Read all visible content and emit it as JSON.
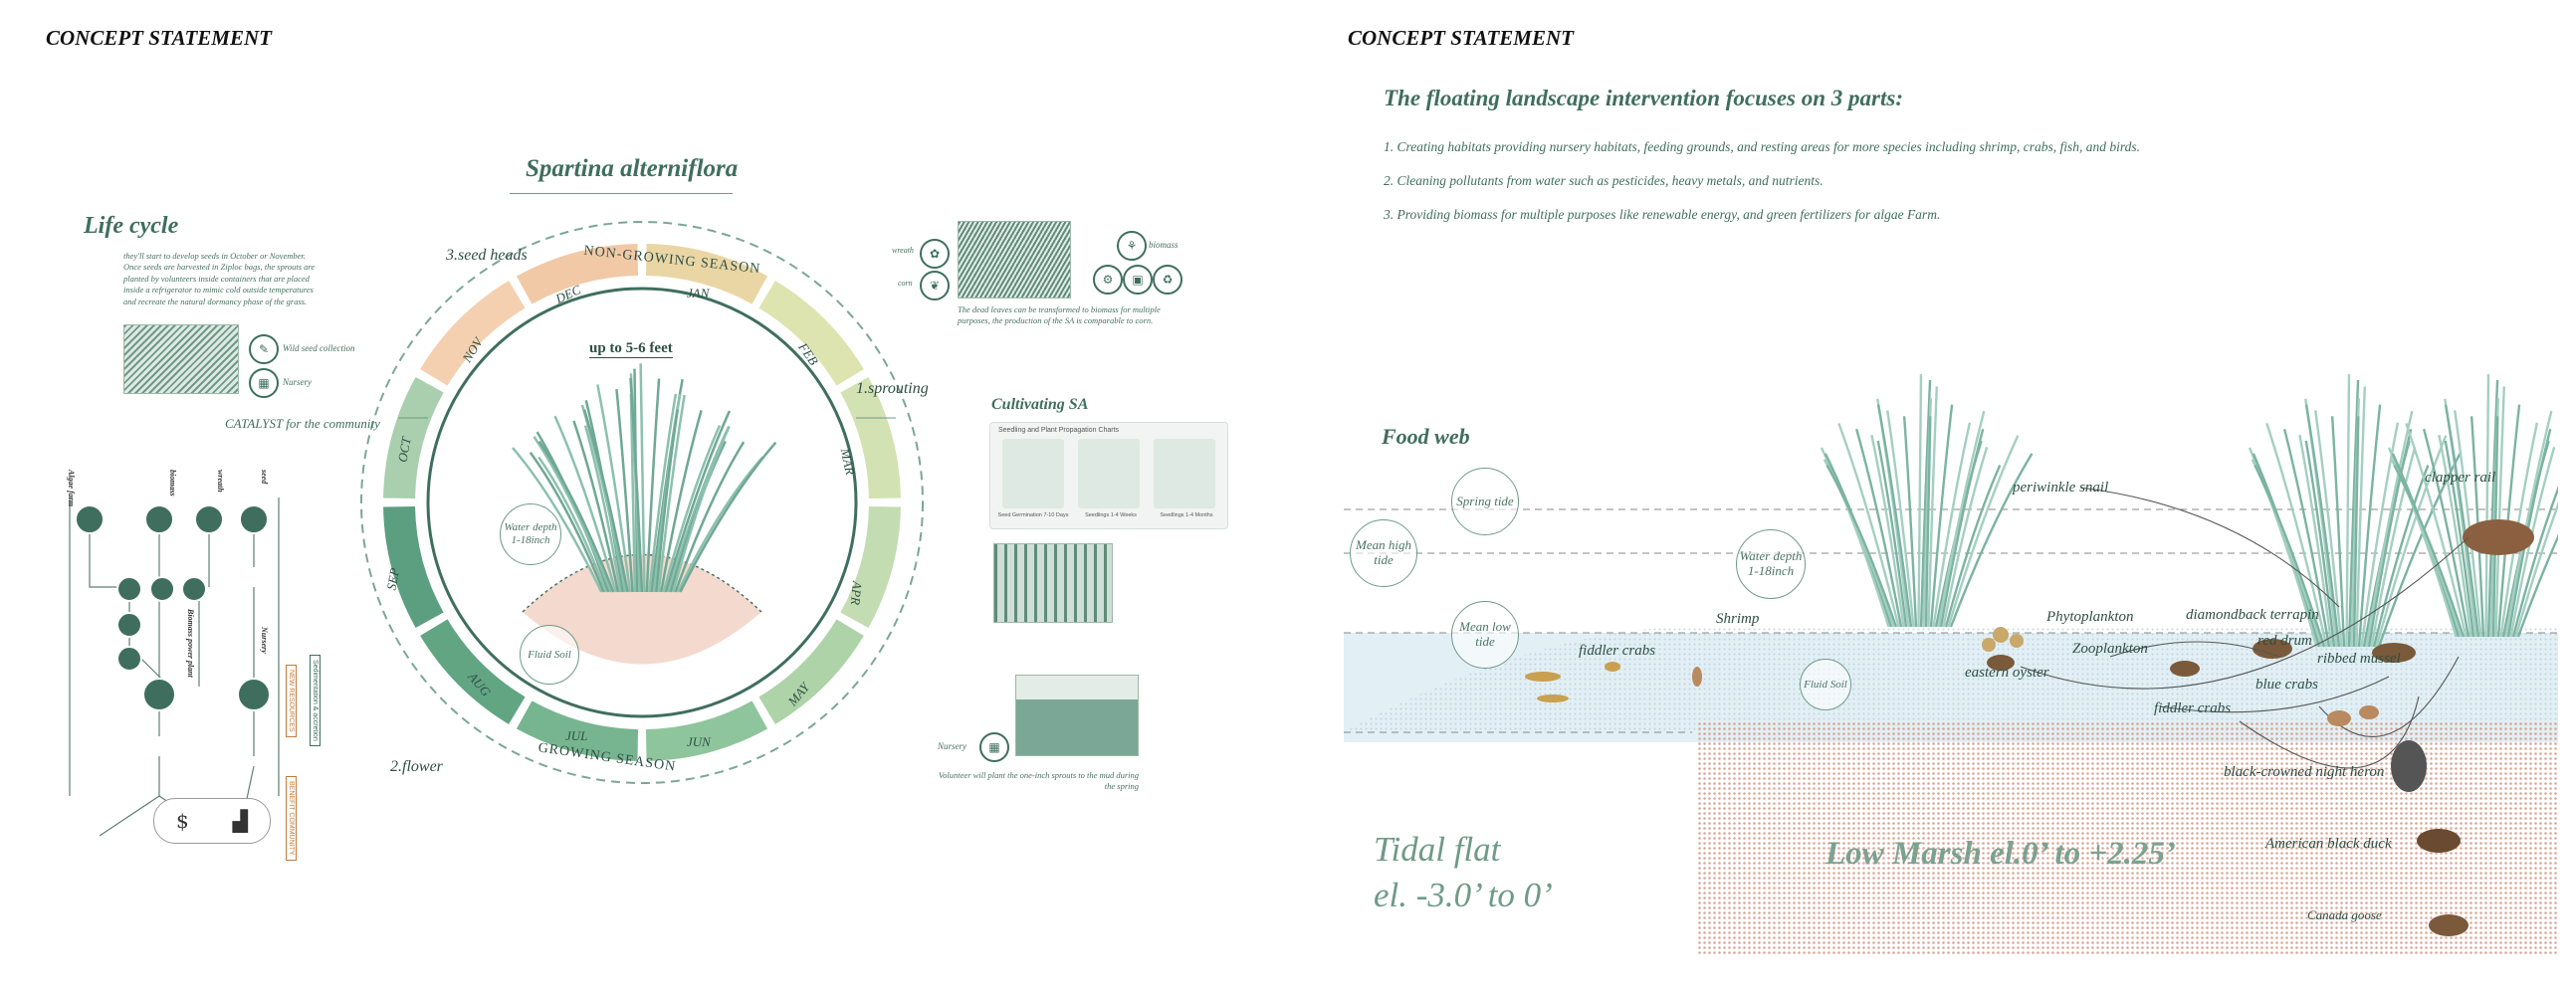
{
  "left": {
    "header": "CONCEPT STATEMENT",
    "species_title": "Spartina alterniflora",
    "life_cycle": {
      "title": "Life cycle",
      "text": "they'll start to develop seeds in October or November. Once seeds are harvested in Ziploc bags, the sprouts are planted by volunteers inside containers that are placed inside a refrigerator to mimic cold outside temperatures and recreate the natural dormancy phase of the grass.",
      "legend": [
        "Wild seed collection",
        "Nursery"
      ]
    },
    "stages": {
      "seed_heads": "3.seed heads",
      "sprouting": "1.sprouting",
      "flower": "2.flower"
    },
    "seasons": {
      "non_growing": "NON-GROWING SEASON",
      "growing": "GROWING SEASON"
    },
    "months": [
      "NOV",
      "DEC",
      "JAN",
      "FEB",
      "MAR",
      "APR",
      "MAY",
      "JUN",
      "JUL",
      "AUG",
      "SEP",
      "OCT"
    ],
    "height": "up to 5-6 feet",
    "water_depth": "Water depth 1-18inch",
    "fluid_soil": "Fluid Soil",
    "biomass_text": "The dead leaves can be transformed to biomass for multiple purposes, the production of the SA is comparable to corn.",
    "biomass_labels": [
      "wreath",
      "corn",
      "biomass"
    ],
    "cultivating": {
      "title": "Cultivating SA",
      "chart_title": "Seedling and Plant Propagation Charts",
      "steps": [
        "Seed Germination 7-10 Days",
        "Seedlings 1-4 Weeks",
        "Seedlings 1-4 Months"
      ]
    },
    "nursery_label": "Nursery",
    "volunteer_text": "Volunteer will plant the one-inch sprouts to the mud during the spring",
    "catalyst": "CATALYST for the community",
    "tree_labels": [
      "Algae farm",
      "biomass",
      "wreath",
      "seed",
      "Nursery",
      "Biomass power plant"
    ],
    "side_labels": [
      "NEW RESOURCES",
      "Sedimentation & accretion",
      "BENEFIT COMMUNITY"
    ]
  },
  "right": {
    "header": "CONCEPT STATEMENT",
    "intro": "The floating landscape intervention focuses on 3 parts:",
    "points": [
      "1. Creating habitats providing nursery habitats, feeding grounds, and resting areas for more species including shrimp, crabs, fish, and birds.",
      "2. Cleaning pollutants from water such as pesticides, heavy metals, and nutrients.",
      "3. Providing biomass for multiple purposes like renewable energy, and green fertilizers for algae Farm."
    ],
    "food_web": "Food web",
    "tides": {
      "spring": "Spring tide",
      "mean_high": "Mean high tide",
      "mean_low": "Mean low tide"
    },
    "water_depth": "Water depth 1-18inch",
    "fluid_soil": "Fluid Soil",
    "species": [
      "periwinkle snail",
      "clapper rail",
      "Shrimp",
      "Phytoplankton",
      "diamondback terrapin",
      "fiddler crabs",
      "Zooplankton",
      "red drum",
      "eastern oyster",
      "ribbed mussel",
      "blue crabs",
      "fiddler crabs",
      "black-crowned night heron",
      "American black duck",
      "Canada goose"
    ],
    "tidal_flat": [
      "Tidal flat",
      "el. -3.0’ to 0’"
    ],
    "low_marsh": "Low Marsh el.0’ to +2.25’"
  }
}
